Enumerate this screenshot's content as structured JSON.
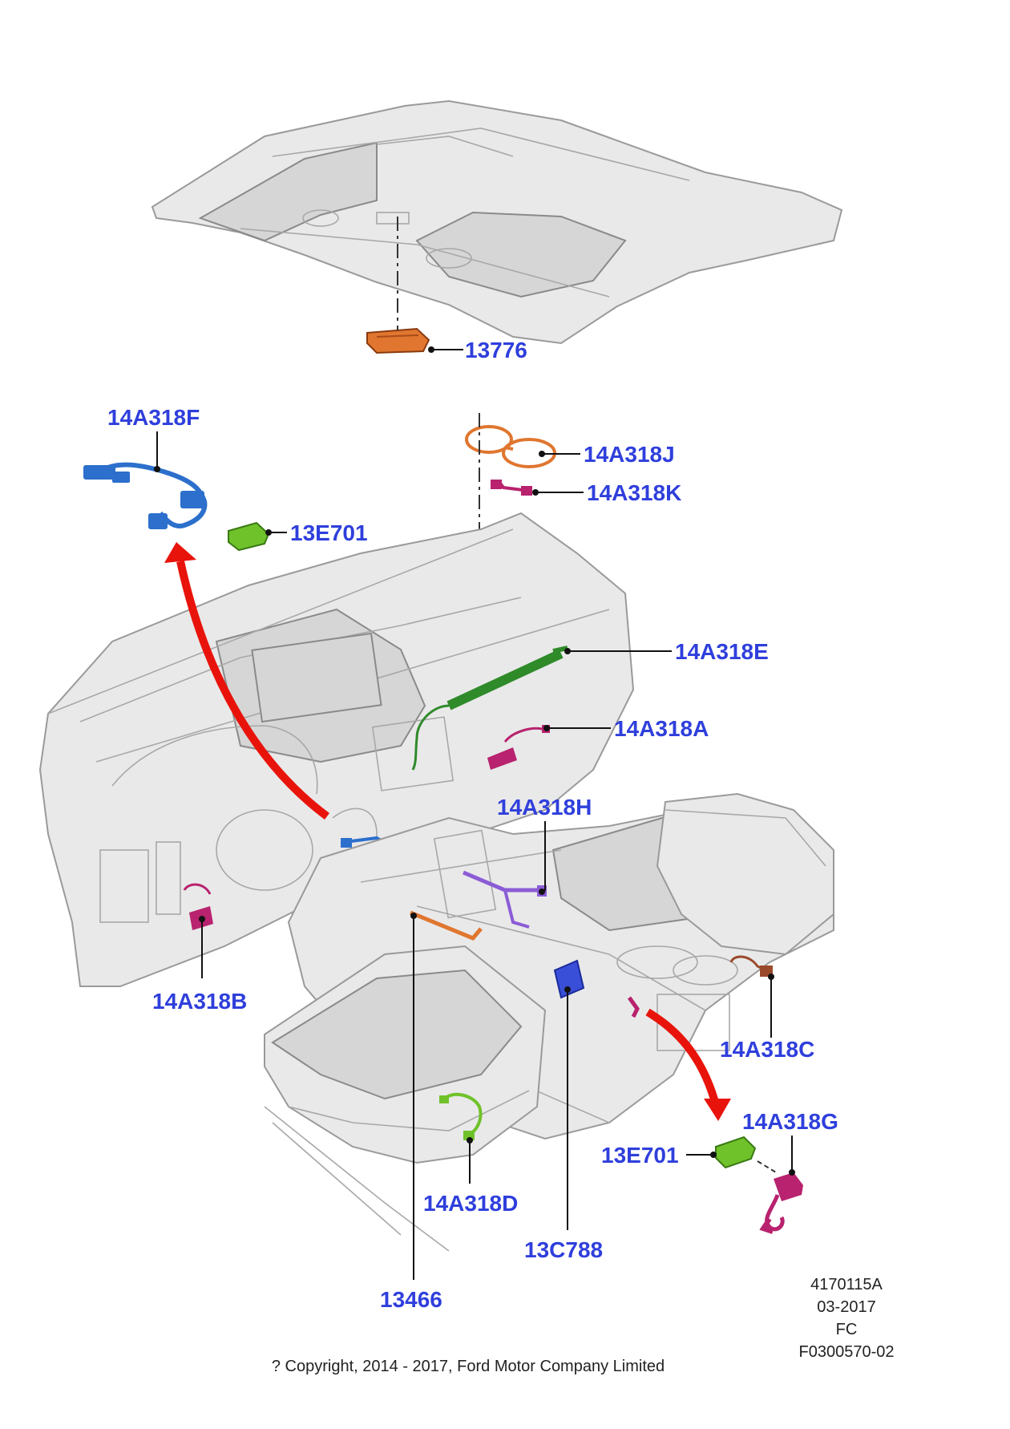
{
  "callouts": {
    "c13776": "13776",
    "c14A318F": "14A318F",
    "c13E701_top": "13E701",
    "c14A318J": "14A318J",
    "c14A318K": "14A318K",
    "c14A318E": "14A318E",
    "c14A318A": "14A318A",
    "c14A318H": "14A318H",
    "c14A318B": "14A318B",
    "c14A318C": "14A318C",
    "c14A318G": "14A318G",
    "c13E701_bottom": "13E701",
    "c14A318D": "14A318D",
    "c13C788": "13C788",
    "c13466": "13466"
  },
  "meta": {
    "line1": "4170115A",
    "line2": "03-2017",
    "line3": "FC",
    "line4": "F0300570-02"
  },
  "copyright": "? Copyright, 2014 - 2017, Ford Motor Company Limited",
  "colors": {
    "callout_text": "#2f3fdc",
    "arrow_red": "#e8140c",
    "harness_blue": "#2c6fcc",
    "harness_green": "#6fc22a",
    "harness_dark_green": "#2f8a2a",
    "harness_magenta": "#b8226e",
    "harness_orange": "#e0762f",
    "harness_purple": "#8b5cd6",
    "module_blue": "#3a4fd8",
    "harness_brown": "#9a4a2a",
    "plastic_grey": "#e9e9e9"
  }
}
